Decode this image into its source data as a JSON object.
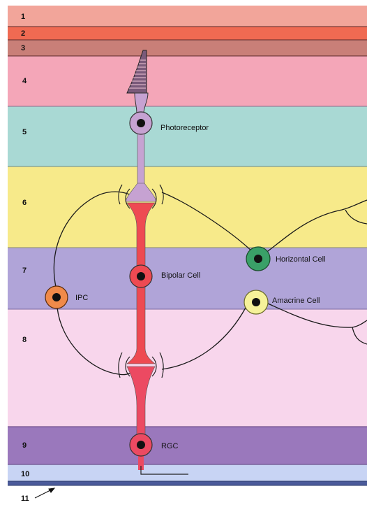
{
  "layers": [
    {
      "id": "1",
      "color": "#f2a59a"
    },
    {
      "id": "2",
      "color": "#f06a52"
    },
    {
      "id": "3",
      "color": "#c97f78"
    },
    {
      "id": "4",
      "color": "#f4a6b8"
    },
    {
      "id": "5",
      "color": "#a9d9d4"
    },
    {
      "id": "6",
      "color": "#f7ea8a"
    },
    {
      "id": "7",
      "color": "#b0a4d8"
    },
    {
      "id": "8",
      "color": "#f8d6ec"
    },
    {
      "id": "9",
      "color": "#9a78bc"
    },
    {
      "id": "10",
      "color": "#c8d4f4"
    },
    {
      "id": "11",
      "color": "#4a5a9a"
    }
  ],
  "cells": {
    "photoreceptor": {
      "label": "Photoreceptor",
      "color": "#c6a2d2"
    },
    "bipolar": {
      "label": "Bipolar Cell",
      "color": "#ee4a52"
    },
    "horizontal": {
      "label": "Horizontal Cell",
      "color": "#3aa068"
    },
    "ipc": {
      "label": "IPC",
      "color": "#f08a4a"
    },
    "amacrine": {
      "label": "Amacrine Cell",
      "color": "#f6f29a"
    },
    "rgc": {
      "label": "RGC",
      "color": "#ec4a62"
    }
  },
  "line_color": "#1a1a1a",
  "nucleus_color": "#111111"
}
